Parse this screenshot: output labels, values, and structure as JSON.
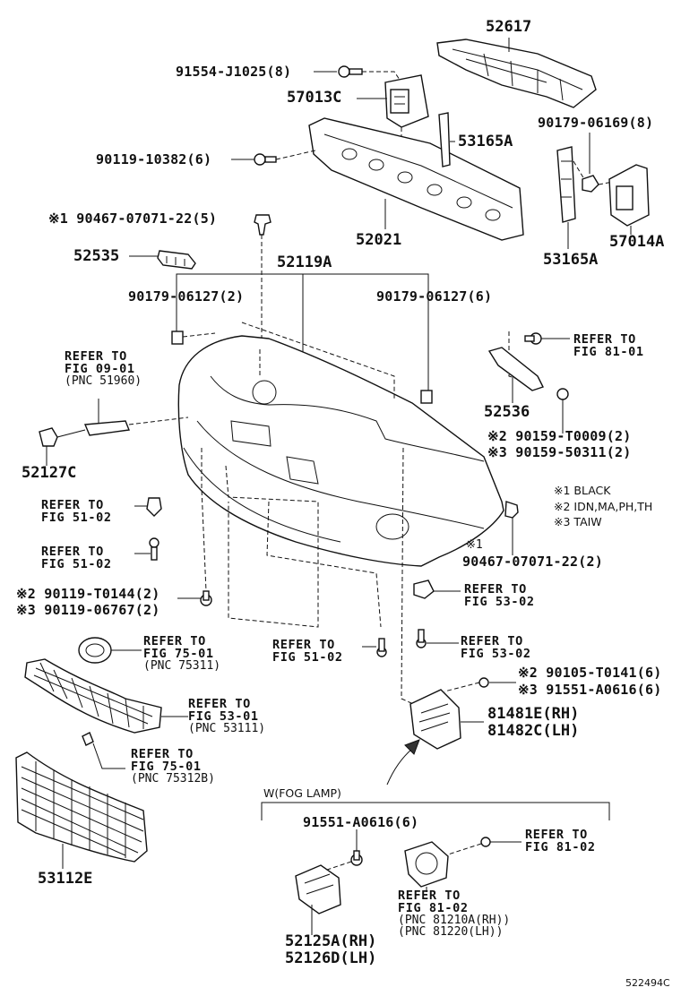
{
  "labels": {
    "p52617": "52617",
    "p91554": "91554-J1025(8)",
    "p57013c": "57013C",
    "p90179_06169": "90179-06169(8)",
    "p53165a_top": "53165A",
    "p90119_10382": "90119-10382(6)",
    "p90467_a": "※1 90467-07071-22(5)",
    "p52021": "52021",
    "p53165a_bot": "53165A",
    "p57014a": "57014A",
    "p52535": "52535",
    "p52119a": "52119A",
    "p90179_06127_2": "90179-06127(2)",
    "p90179_06127_6": "90179-06127(6)",
    "p52536": "52536",
    "p52127c": "52127C",
    "p90467_b": "90467-07071-22(2)",
    "p90467_b_mark": "※1",
    "p81481e": "81481E(RH)",
    "p81482c": "81482C(LH)",
    "p53112e": "53112E",
    "p91551_fog": "91551-A0616(6)",
    "p52125a": "52125A(RH)",
    "p52126d": "52126D(LH)",
    "s90159_t0009": "※2 90159-T0009(2)",
    "s90159_50311": "※3 90159-50311(2)",
    "s90119_t0144": "※2 90119-T0144(2)",
    "s90119_06767": "※3 90119-06767(2)",
    "s90105_t0141": "※2 90105-T0141(6)",
    "s91551_a0616": "※3 91551-A0616(6)"
  },
  "refers": {
    "r0901": [
      "REFER TO",
      "FIG 09-01",
      "(PNC 51960)"
    ],
    "r8101": [
      "REFER TO",
      "FIG 81-01"
    ],
    "r5102a": [
      "REFER TO",
      "FIG 51-02"
    ],
    "r5102b": [
      "REFER TO",
      "FIG 51-02"
    ],
    "r5302a": [
      "REFER TO",
      "FIG 53-02"
    ],
    "r5102c": [
      "REFER TO",
      "FIG 51-02"
    ],
    "r5302b": [
      "REFER TO",
      "FIG 53-02"
    ],
    "r7501a": [
      "REFER TO",
      "FIG 75-01",
      "(PNC 75311)"
    ],
    "r5301": [
      "REFER TO",
      "FIG 53-01",
      "(PNC 53111)"
    ],
    "r7501b": [
      "REFER TO",
      "FIG 75-01",
      "(PNC 75312B)"
    ],
    "r8102a": [
      "REFER TO",
      "FIG 81-02"
    ],
    "r8102b": [
      "REFER TO",
      "FIG 81-02",
      "(PNC 81210A(RH))",
      "(PNC 81220(LH))"
    ]
  },
  "footnotes": [
    "※1 BLACK",
    "※2 IDN,MA,PH,TH",
    "※3 TAIW"
  ],
  "fog_section_title": "W(FOG LAMP)",
  "figure_id": "522494C"
}
